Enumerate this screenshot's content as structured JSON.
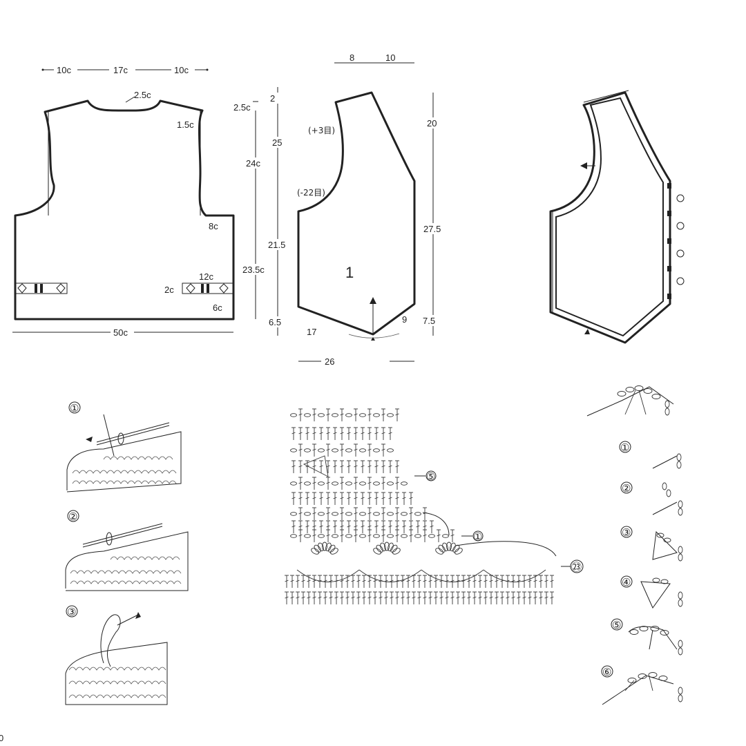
{
  "back_panel": {
    "top_widths": [
      "10c",
      "17c",
      "10c"
    ],
    "neck_depth": "2.5c",
    "shoulder_drop": "1.5c",
    "shoulder_rise": "2.5c",
    "armhole_height": "24c",
    "armhole_bind": "8c",
    "body_height": "23.5c",
    "belt_length": "12c",
    "belt_width": "2c",
    "belt_offset": "6c",
    "bottom_width": "50c"
  },
  "front_panel": {
    "top_widths": [
      "8",
      "10"
    ],
    "piece_number": "1",
    "increase_note": "(+3目)",
    "decrease_note": "(-22目)",
    "left_heights": [
      "2",
      "25",
      "21.5",
      "6.5"
    ],
    "right_heights": [
      "20",
      "27.5",
      "7.5"
    ],
    "hem_left": "17",
    "hem_right": "9",
    "bottom_width": "26"
  },
  "chart_refs": {
    "row5": "⑤",
    "row1": "①",
    "row23": "㉓"
  },
  "step_labels": [
    "①",
    "②",
    "③"
  ],
  "edging_steps": [
    "①",
    "②",
    "③",
    "④",
    "⑤",
    "⑥"
  ],
  "corner_mark": "0"
}
